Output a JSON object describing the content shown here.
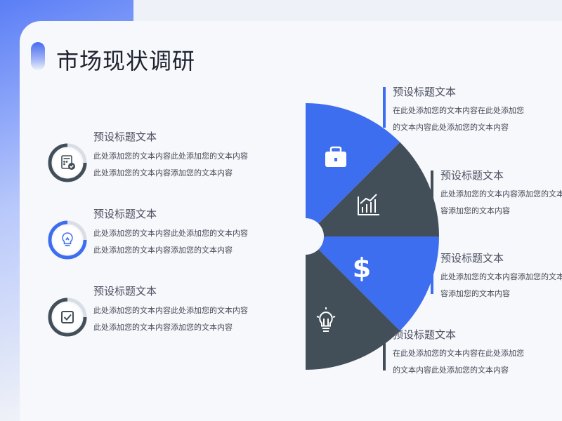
{
  "page": {
    "title": "市场现状调研"
  },
  "colors": {
    "blue": "#3d6ef0",
    "dark": "#434f58"
  },
  "left_items": [
    {
      "title": "预设标题文本",
      "body": "此处添加您的文本内容此处添加您的文本内容此处添加您的文本内容添加您的文本内容",
      "icon": "calculator-check-icon",
      "ring_color": "#434f58"
    },
    {
      "title": "预设标题文本",
      "body": "此处添加您的文本内容此处添加您的文本内容此处添加您的文本内容添加您的文本内容",
      "icon": "lightbulb-icon",
      "ring_color": "#3d6ef0"
    },
    {
      "title": "预设标题文本",
      "body": "此处添加您的文本内容此处添加您的文本内容此处添加您的文本内容添加您的文本内容",
      "icon": "checkbox-icon",
      "ring_color": "#434f58"
    }
  ],
  "right_items": [
    {
      "title": "预设标题文本",
      "body": "在此处添加您的文本内容在此处添加您的文本内容此处添加您的文本内容",
      "bar_color": "#3d6ef0"
    },
    {
      "title": "预设标题文本",
      "body": "此处添加您的文本内容添加您的文本内容添加您的文本内容",
      "bar_color": "#434f58"
    },
    {
      "title": "预设标题文本",
      "body": "此处添加您的文本内容添加您的文本内容添加您的文本内容",
      "bar_color": "#3d6ef0"
    },
    {
      "title": "预设标题文本",
      "body": "在此处添加您的文本内容在此处添加您的文本内容此处添加您的文本内容",
      "bar_color": "#434f58"
    }
  ],
  "fan_segments": [
    {
      "icon": "briefcase-icon",
      "color": "#3d6ef0"
    },
    {
      "icon": "bar-chart-icon",
      "color": "#434f58"
    },
    {
      "icon": "dollar-icon",
      "color": "#3d6ef0"
    },
    {
      "icon": "lightbulb-icon",
      "color": "#434f58"
    }
  ]
}
